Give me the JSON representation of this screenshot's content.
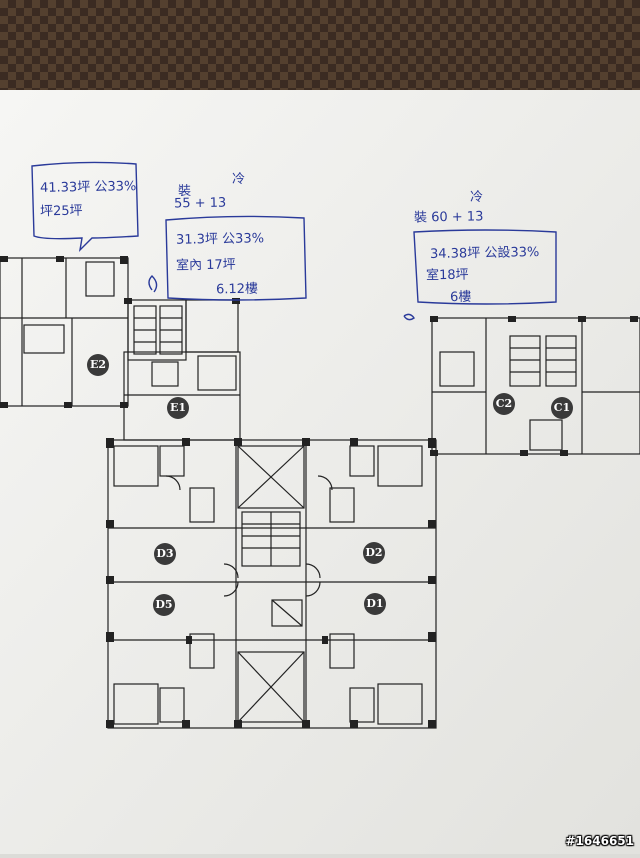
{
  "units": {
    "e2": "E2",
    "e1": "E1",
    "c2": "C2",
    "c1": "C1",
    "d3": "D3",
    "d2": "D2",
    "d5": "D5",
    "d1": "D1"
  },
  "notes": {
    "left": {
      "line1": "41.33坪 公33%",
      "line2": "坪25坪"
    },
    "center_top": {
      "line1": "裝",
      "line2": "55 + 13",
      "mark": "冷"
    },
    "center_box": {
      "line1": "31.3坪 公33%",
      "line2": "室內 17坪",
      "line3": "6.12樓"
    },
    "right_top": {
      "mark": "冷",
      "line1": "裝 60 + 13"
    },
    "right_box": {
      "line1": "34.38坪 公設33%",
      "line2": "室18坪",
      "line3": "6樓"
    }
  },
  "watermark": "#1646651",
  "colors": {
    "ink": "#2a3a9a",
    "wall": "#222222",
    "paper": "#f4f4f2",
    "label_bg": "#3a3a3a"
  }
}
